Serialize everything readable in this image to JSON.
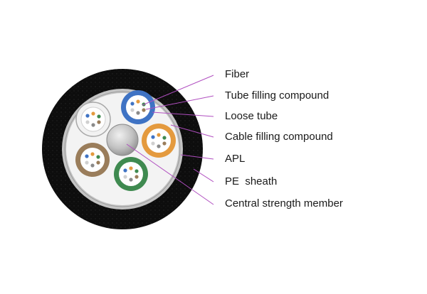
{
  "diagram": {
    "labels": {
      "fiber": "Fiber",
      "tube_filling": "Tube filling compound",
      "loose_tube": "Loose tube",
      "cable_filling": "Cable filling compound",
      "apl": "APL",
      "pe_sheath": "PE  sheath",
      "central_member": "Central strength member"
    },
    "colors": {
      "sheath": "#0d0d0d",
      "apl_ring": "#c4c4c4",
      "filling": "#f3f3f3",
      "central_member": "#b9b9b9",
      "leader_line": "#b04ec0",
      "tube_blue": "#3f73c4",
      "tube_orange": "#e49a3e",
      "tube_green": "#3f8a50",
      "tube_brown": "#9a7d5b",
      "tube_white": "#f2f2f2"
    }
  }
}
